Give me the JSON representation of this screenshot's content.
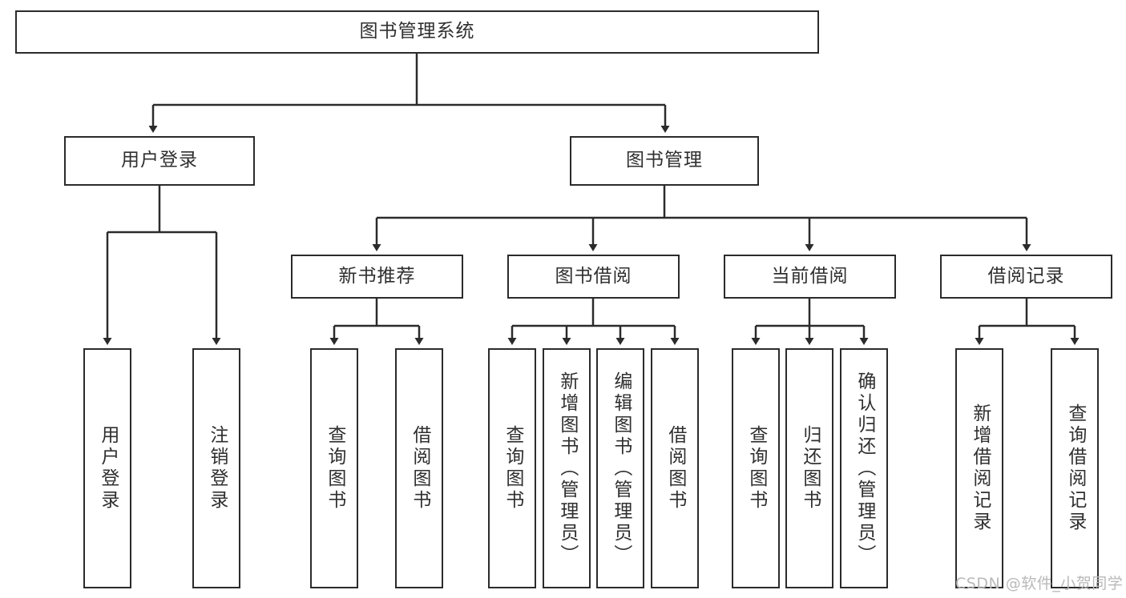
{
  "diagram": {
    "title": "图书管理系统",
    "type": "tree-hierarchy-chart",
    "root": {
      "label": "图书管理系统"
    },
    "level2": [
      {
        "label": "用户登录"
      },
      {
        "label": "图书管理"
      }
    ],
    "level3": [
      {
        "label": "新书推荐"
      },
      {
        "label": "图书借阅"
      },
      {
        "label": "当前借阅"
      },
      {
        "label": "借阅记录"
      }
    ],
    "leaves": {
      "user_login": [
        {
          "label": "用户登录"
        },
        {
          "label": "注销登录"
        }
      ],
      "new_book_recommend": [
        {
          "label": "查询图书"
        },
        {
          "label": "借阅图书"
        }
      ],
      "book_borrow": [
        {
          "label": "查询图书"
        },
        {
          "label": "新增图书（管理员）"
        },
        {
          "label": "编辑图书（管理员）"
        },
        {
          "label": "借阅图书"
        }
      ],
      "current_borrow": [
        {
          "label": "查询图书"
        },
        {
          "label": "归还图书"
        },
        {
          "label": "确认归还（管理员）"
        }
      ],
      "borrow_record": [
        {
          "label": "新增借阅记录"
        },
        {
          "label": "查询借阅记录"
        }
      ]
    }
  },
  "watermark": {
    "text": "CSDN @软件_小贺同学"
  },
  "colors": {
    "box_border": "#2b2b2b",
    "box_fill": "#ffffff",
    "text": "#2f2f2f",
    "edge": "#2b2b2b",
    "watermark": "#b9b9b9",
    "background": "#ffffff"
  }
}
